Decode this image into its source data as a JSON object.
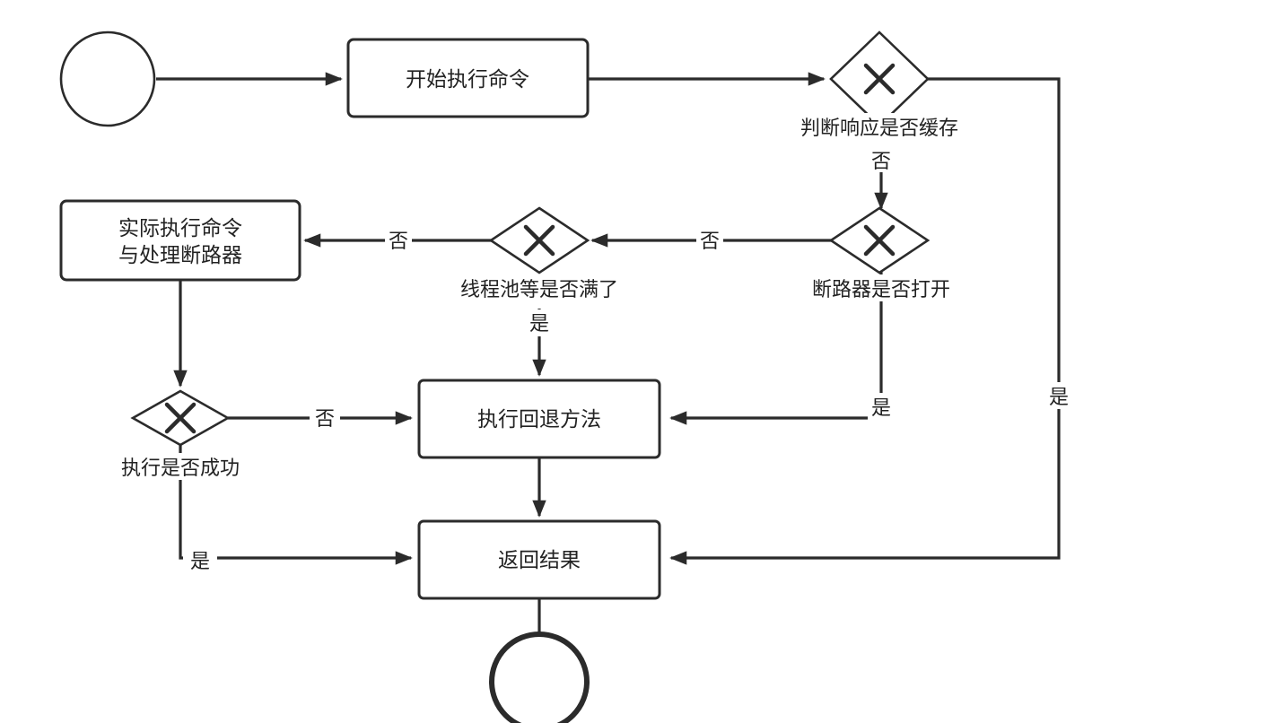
{
  "diagram": {
    "tasks": {
      "start_execute": "开始执行命令",
      "actual_execute_line1": "实际执行命令",
      "actual_execute_line2": "与处理断路器",
      "fallback": "执行回退方法",
      "return_result": "返回结果"
    },
    "gateways": {
      "cache_check": "判断响应是否缓存",
      "circuit_open": "断路器是否打开",
      "pool_full": "线程池等是否满了",
      "exec_success": "执行是否成功"
    },
    "edge_labels": {
      "cache_no": "否",
      "cache_yes": "是",
      "circuit_no": "否",
      "circuit_yes": "是",
      "pool_no": "否",
      "pool_yes": "是",
      "exec_no": "否",
      "exec_yes": "是"
    },
    "colors": {
      "stroke": "#2b2b2b",
      "fill": "#ffffff",
      "text": "#222222"
    }
  }
}
